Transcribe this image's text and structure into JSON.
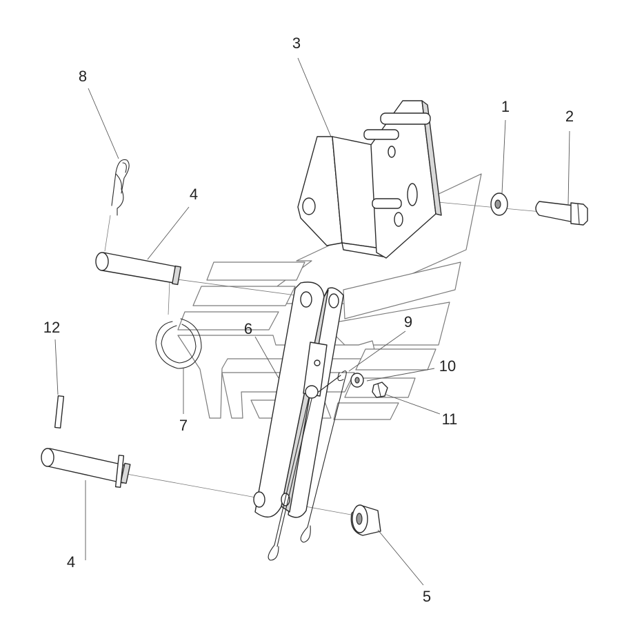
{
  "callouts": [
    {
      "label": "1"
    },
    {
      "label": "2"
    },
    {
      "label": "3"
    },
    {
      "label": "4"
    },
    {
      "label": "4"
    },
    {
      "label": "5"
    },
    {
      "label": "6"
    },
    {
      "label": "7"
    },
    {
      "label": "8"
    },
    {
      "label": "9"
    },
    {
      "label": "10"
    },
    {
      "label": "11"
    },
    {
      "label": "12"
    }
  ],
  "colors": {
    "line": "#2a2a2a",
    "leader": "#555555",
    "shade": "#d8d8d8",
    "watermark_stroke": "#7a7a7a"
  },
  "icons": [
    "bracket",
    "washer",
    "bolt",
    "pin",
    "bushing",
    "link-arm",
    "snap-ring",
    "r-clip",
    "lanyard",
    "nut",
    "roll-pin"
  ]
}
